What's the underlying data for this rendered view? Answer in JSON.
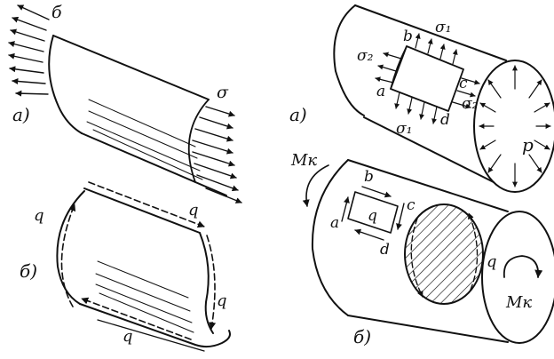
{
  "figure": {
    "left_panel": {
      "a": {
        "caption": "а)",
        "stress_label_left": "б",
        "stress_label_right": "σ"
      },
      "b": {
        "caption": "б)",
        "flow_labels": [
          "q",
          "q",
          "q",
          "q"
        ]
      }
    },
    "right_panel": {
      "a": {
        "caption": "а)",
        "corner_labels": [
          "b",
          "c",
          "a",
          "d"
        ],
        "stress_labels": [
          "σ₁",
          "σ₂",
          "σ₂",
          "σ₁"
        ],
        "pressure_label": "p"
      },
      "b": {
        "caption": "б)",
        "moment_label_left": "Mк",
        "moment_label_right": "Mк",
        "corner_labels": [
          "b",
          "c",
          "a",
          "d"
        ],
        "inner_q": "q",
        "section_q": "q"
      }
    }
  }
}
